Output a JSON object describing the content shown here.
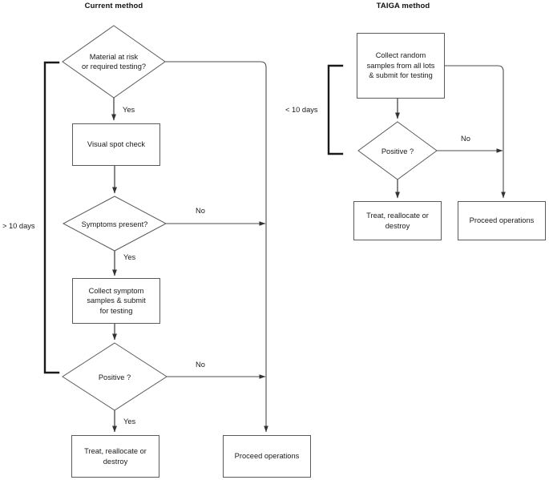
{
  "diagram": {
    "type": "flowchart",
    "columns": [
      {
        "id": "current",
        "title": "Current method",
        "duration_label": "> 10 days",
        "nodes": [
          {
            "id": "cur-d1",
            "shape": "diamond",
            "text": "Material at risk\nor required testing?"
          },
          {
            "id": "cur-p1",
            "shape": "process",
            "text": "Visual spot check"
          },
          {
            "id": "cur-d2",
            "shape": "diamond",
            "text": "Symptoms present?"
          },
          {
            "id": "cur-p2",
            "shape": "process",
            "text": "Collect symptom\nsamples & submit\nfor testing"
          },
          {
            "id": "cur-d3",
            "shape": "diamond",
            "text": "Positive ?"
          },
          {
            "id": "cur-t1",
            "shape": "process",
            "text": "Treat, reallocate or\ndestroy"
          },
          {
            "id": "cur-t2",
            "shape": "process",
            "text": "Proceed operations"
          }
        ],
        "edge_labels": [
          {
            "id": "cur-e1",
            "text": "Yes"
          },
          {
            "id": "cur-e2",
            "text": "No"
          },
          {
            "id": "cur-e3",
            "text": "Yes"
          },
          {
            "id": "cur-e4",
            "text": "No"
          },
          {
            "id": "cur-e5",
            "text": "Yes"
          }
        ]
      },
      {
        "id": "taiga",
        "title": "TAIGA method",
        "duration_label": "< 10 days",
        "nodes": [
          {
            "id": "tg-p1",
            "shape": "process",
            "text": "Collect random\nsamples from all lots\n& submit for testing"
          },
          {
            "id": "tg-d1",
            "shape": "diamond",
            "text": "Positive ?"
          },
          {
            "id": "tg-t1",
            "shape": "process",
            "text": "Treat, reallocate or\ndestroy"
          },
          {
            "id": "tg-t2",
            "shape": "process",
            "text": "Proceed operations"
          }
        ],
        "edge_labels": [
          {
            "id": "tg-e1",
            "text": "No"
          }
        ]
      }
    ],
    "colors": {
      "background": "#ffffff",
      "node_stroke": "#5a5a5a",
      "connector_stroke": "#4d4d4d",
      "bracket_stroke": "#1a1a1a",
      "text": "#1a1a1a"
    }
  }
}
